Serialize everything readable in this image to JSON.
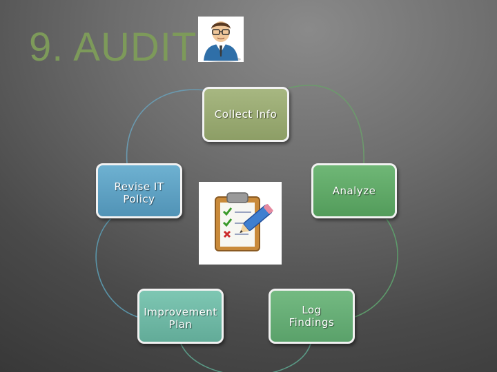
{
  "title": "9. AUDIT",
  "cycle": {
    "collect": "Collect Info",
    "analyze": "Analyze",
    "log": "Log\nFindings",
    "improve": "Improvement\nPlan",
    "revise": "Revise IT\nPolicy"
  },
  "icons": {
    "title_icon": "auditor-person-icon",
    "center_icon": "clipboard-checklist-pencil-icon"
  },
  "colors": {
    "title": "#7d9a5a",
    "collect": "#99aa73",
    "analyze": "#61aa69",
    "log": "#68ae76",
    "improve": "#70b9a6",
    "revise": "#60a3c4"
  }
}
